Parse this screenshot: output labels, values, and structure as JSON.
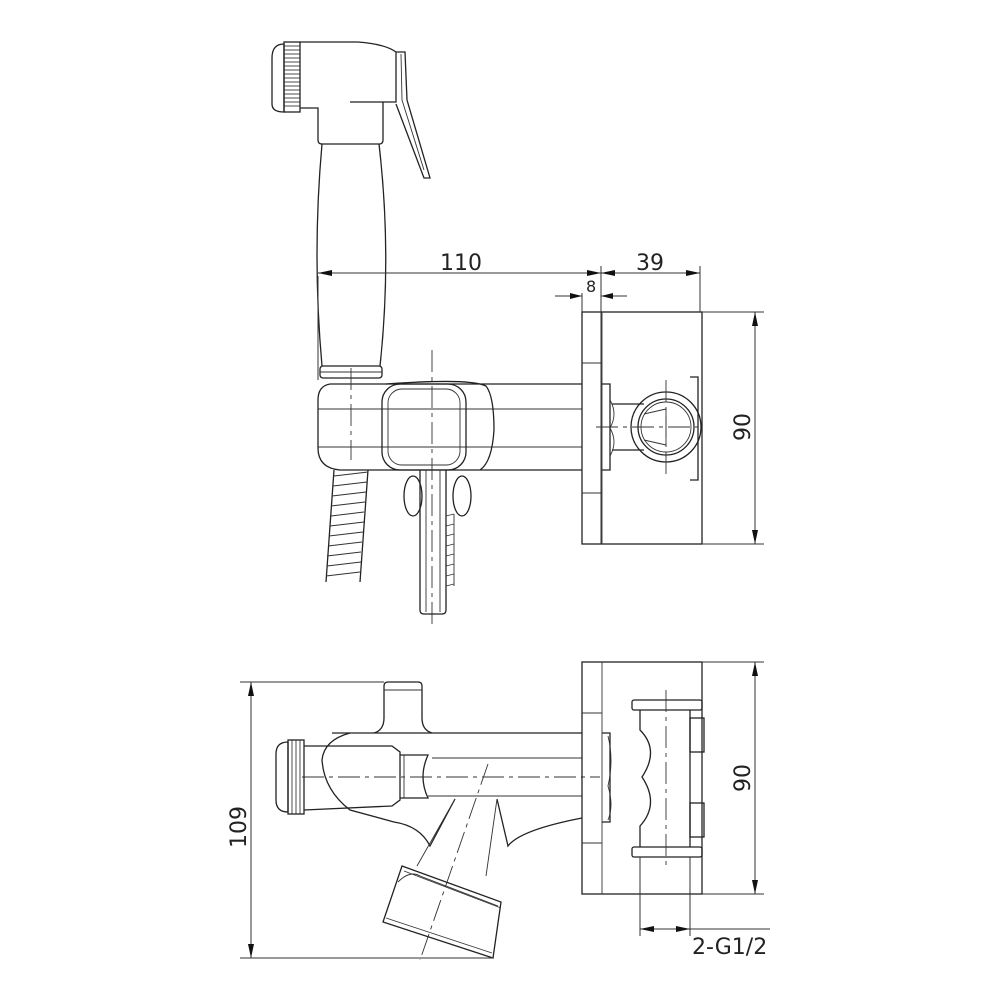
{
  "drawing": {
    "subject": "Hygienic shower mixer with handheld bidet sprayer",
    "views": [
      {
        "name": "front-view",
        "description": "Handset on holder, mixer body, wall flange with inlet"
      },
      {
        "name": "top-view",
        "description": "Mixer body, lever, handset nozzle, flange, twin inlet"
      }
    ]
  },
  "dimensions": {
    "handset_to_wall": "110",
    "flange_depth": "39",
    "flange_thickness": "8",
    "flange_height_front": "90",
    "flange_height_top": "90",
    "overall_depth": "109",
    "inlet_thread": "2-G1/2"
  },
  "colors": {
    "line": "#222222",
    "background": "#ffffff"
  }
}
